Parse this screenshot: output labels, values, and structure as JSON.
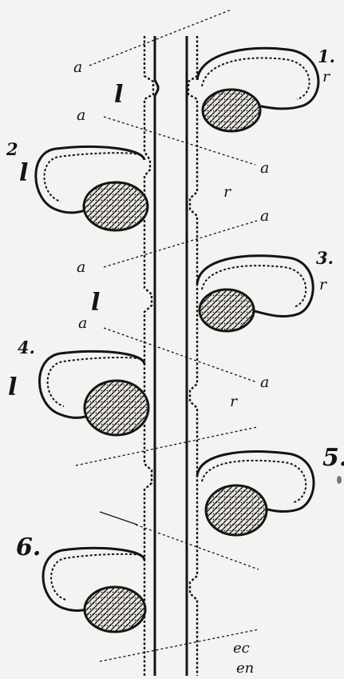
{
  "figure": {
    "segment_numbers": [
      "1.",
      "2",
      "3.",
      "4.",
      "5.",
      "6."
    ],
    "labels": {
      "a": "a",
      "l": "l",
      "r": "r",
      "ec": "ec",
      "en": "en"
    },
    "colors": {
      "background": "#f3f3f1",
      "ink": "#141414"
    }
  }
}
